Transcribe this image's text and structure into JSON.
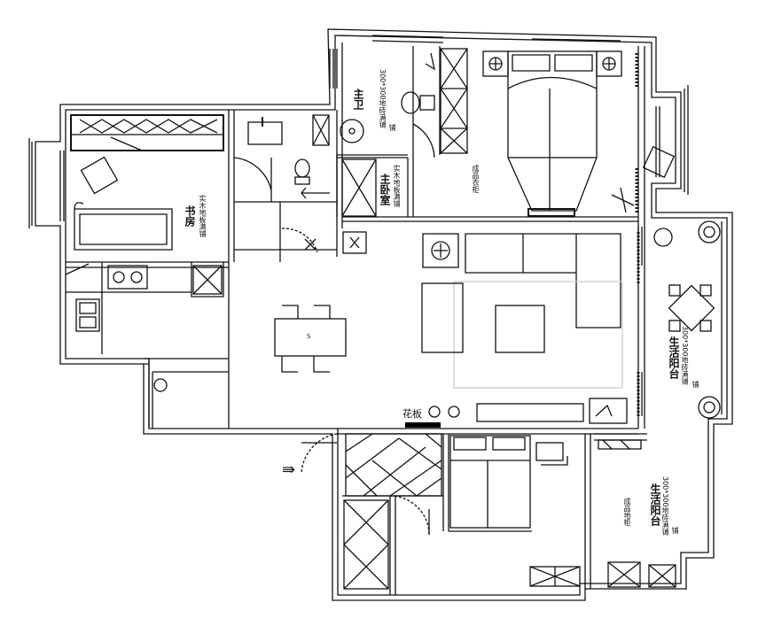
{
  "labels": {
    "study_title": "书房",
    "study_note": "实木地板满铺",
    "master_bath_title": "主卫",
    "master_bath_note": "300*300地砖满铺",
    "master_bath_note2": "铺",
    "master_bed_title": "主卧室",
    "master_bed_note": "实木地板满铺",
    "wardrobe_master": "成品衣柜",
    "balcony_living_title": "生活阳台",
    "balcony_living_note": "300*300地砖满铺",
    "balcony_living_note2": "铺",
    "balcony_south_title": "生活阳台",
    "balcony_south_note": "300*300地砖满铺",
    "balcony_south_note2": "铺",
    "wardrobe_second": "成品地柜",
    "flower_board": "花板",
    "table_mark": "S",
    "entry_arrow": "⇛"
  },
  "colors": {
    "line": "#111111",
    "wall_fill": "#ffffff",
    "flower_board_bar": "#000000"
  }
}
